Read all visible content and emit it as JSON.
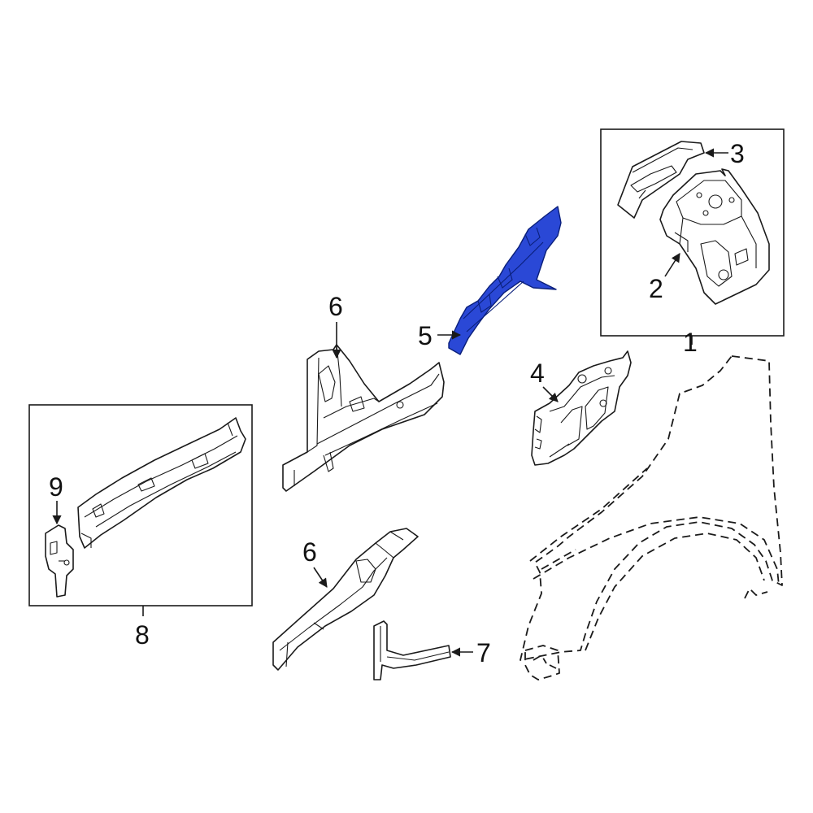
{
  "diagram": {
    "highlight_color": "#2a48d6",
    "line_color": "#1a1a1a",
    "callouts": [
      {
        "id": "1",
        "label": "1"
      },
      {
        "id": "2",
        "label": "2"
      },
      {
        "id": "3",
        "label": "3"
      },
      {
        "id": "4",
        "label": "4"
      },
      {
        "id": "5",
        "label": "5",
        "highlighted": true
      },
      {
        "id": "6a",
        "label": "6"
      },
      {
        "id": "6b",
        "label": "6"
      },
      {
        "id": "7",
        "label": "7"
      },
      {
        "id": "8",
        "label": "8"
      },
      {
        "id": "9",
        "label": "9"
      }
    ]
  }
}
